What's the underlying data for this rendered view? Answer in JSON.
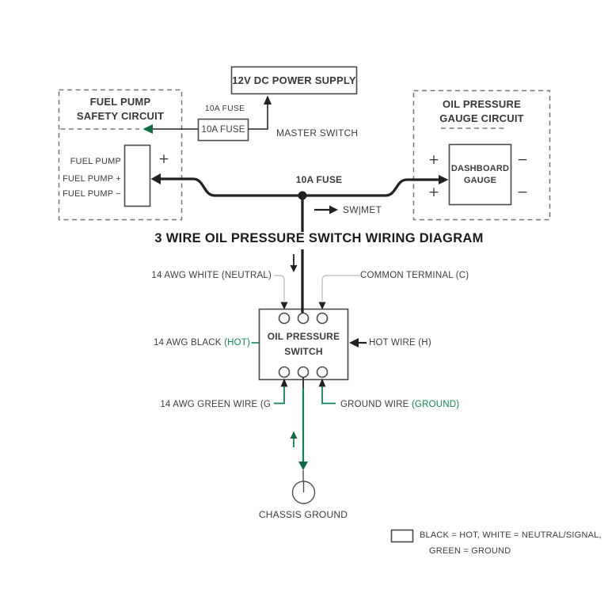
{
  "colors": {
    "wire": "#222222",
    "green": "#148152",
    "greendark": "#0e6b44",
    "ink": "#3c3c3c",
    "leader": "#c4c4c4",
    "border": "#4a4a4a"
  },
  "title": "3 WIRE OIL PRESSURE SWITCH WIRING DIAGRAM",
  "power_supply": {
    "label": "12V DC POWER SUPPLY"
  },
  "master_switch_label": "MASTER SWITCH",
  "fuse": {
    "floating_label": "10A FUSE",
    "box_label": "10A FUSE",
    "junction_label": "10A FUSE"
  },
  "flow_text": "SW|MET",
  "fuel_pump_circuit": {
    "title_line1": "FUEL PUMP",
    "title_line2": "SAFETY CIRCUIT",
    "terminal_labels": [
      "FUEL PUMP",
      "FUEL PUMP +",
      "FUEL PUMP −"
    ],
    "plus": "+"
  },
  "gauge_circuit": {
    "title_line1": "OIL PRESSURE",
    "title_line2": "GAUGE CIRCUIT",
    "gauge_line1": "DASHBOARD",
    "gauge_line2": "GAUGE",
    "plus": "+",
    "minus": "−"
  },
  "switch": {
    "line1": "OIL PRESSURE",
    "line2": "SWITCH"
  },
  "wire_labels": {
    "white_neutral": "14 AWG WHITE (NEUTRAL)",
    "common_terminal": "COMMON TERMINAL (C)",
    "black_hot_prefix": "14 AWG BLACK ",
    "black_hot_suffix": "(HOT)",
    "hot_wire": "HOT WIRE (H)",
    "green_wire": "14 AWG GREEN WIRE (G",
    "ground_prefix": "GROUND WIRE ",
    "ground_suffix": "(GROUND)"
  },
  "chassis_ground_label": "CHASSIS GROUND",
  "legend": {
    "line1": "BLACK = HOT, WHITE = NEUTRAL/SIGNAL,",
    "line2": "GREEN = GROUND"
  }
}
